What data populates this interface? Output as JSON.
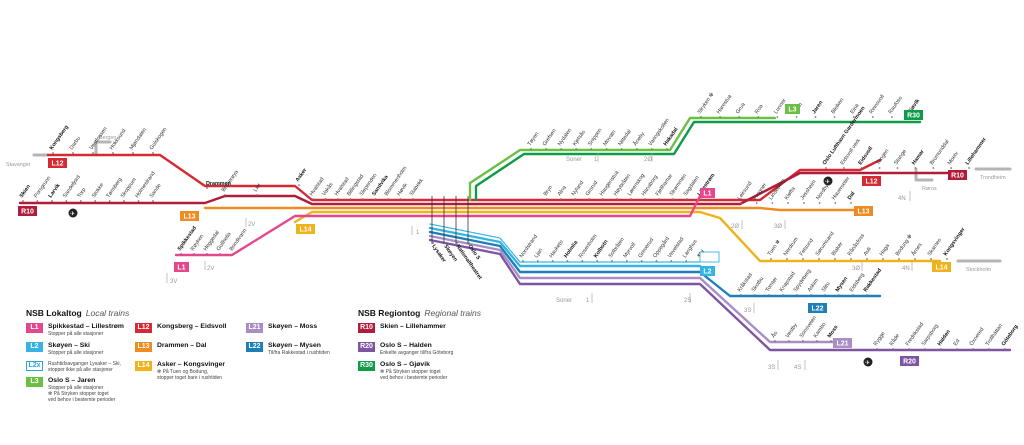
{
  "colors": {
    "L1": "#e6468c",
    "L2": "#35b4e4",
    "L2x": "#35b4e4",
    "L3": "#6cbf45",
    "L12": "#d52a33",
    "L13": "#ee8b22",
    "L14": "#f0b21a",
    "L21": "#a98dc4",
    "L22": "#1c7fb8",
    "R10": "#b01c3a",
    "R20": "#7e55a2",
    "R30": "#0f9c49",
    "grey": "#b5b5b5",
    "grey_dark": "#8a8a8a"
  },
  "map": {
    "badges": [
      {
        "id": "l12",
        "text": "L12",
        "line": "L12"
      },
      {
        "id": "r10-w",
        "text": "R10",
        "line": "R10"
      },
      {
        "id": "l13",
        "text": "L13",
        "line": "L13"
      },
      {
        "id": "l14",
        "text": "L14",
        "line": "L14"
      },
      {
        "id": "l1-w",
        "text": "L1",
        "line": "L1"
      },
      {
        "id": "l1-e",
        "text": "L1",
        "line": "L1"
      },
      {
        "id": "l3",
        "text": "L3",
        "line": "L3"
      },
      {
        "id": "r30",
        "text": "R30",
        "line": "R30"
      },
      {
        "id": "l12-e",
        "text": "L12",
        "line": "L12"
      },
      {
        "id": "r10-e",
        "text": "R10",
        "line": "R10"
      },
      {
        "id": "l13-e",
        "text": "L13",
        "line": "L13"
      },
      {
        "id": "l2x",
        "text": "L2x",
        "line": "L2x"
      },
      {
        "id": "l2",
        "text": "L2",
        "line": "L2"
      },
      {
        "id": "l14-e",
        "text": "L14",
        "line": "L14"
      },
      {
        "id": "l22",
        "text": "L22",
        "line": "L22"
      },
      {
        "id": "l21",
        "text": "L21",
        "line": "L21"
      },
      {
        "id": "r20",
        "text": "R20",
        "line": "R20"
      }
    ],
    "terminals": {
      "stavanger": "Stavanger",
      "bergen": "Bergen",
      "trondheim": "Trondheim",
      "roros": "Røros",
      "stockholm": "Stockholm"
    },
    "zones": [
      "Soner",
      "1",
      "2Ø",
      "1",
      "2V",
      "2V",
      "3V",
      "2Ø",
      "3Ø",
      "4N",
      "3Ø",
      "4N",
      "Soner",
      "1",
      "2S",
      "3S",
      "3S",
      "4S"
    ],
    "stations": {
      "l12_branch": [
        "Kongsberg",
        "Darbu",
        "Vestfossen",
        "Hokksund",
        "Mjøndalen",
        "Gulskogen"
      ],
      "west_main": [
        "Skien",
        "Porsgrunn",
        "Larvik",
        "Sandefjord",
        "Torp",
        "Stokke",
        "Tønsberg",
        "Skoppum",
        "Holmestrand",
        "Sande"
      ],
      "drammen": "Drammen",
      "drammen_asker": [
        "Brakerøya",
        "Lier"
      ],
      "l1_west": [
        "Spikkestad",
        "Røyken",
        "Heggedal",
        "Gullhella",
        "Bondivann"
      ],
      "asker": "Asker",
      "asker_oslo": [
        "Hvalstad",
        "Vakås",
        "Hvalstad",
        "Billingstad",
        "Slependen",
        "Sandvika",
        "Blommenholm",
        "Høvik",
        "Stabekk"
      ],
      "oslo_core": [
        "Lysaker",
        "Skøyen",
        "Nationaltheatret",
        "Oslo S"
      ],
      "gjovik": [
        "Tøyen",
        "Grefsen",
        "Nydalen",
        "Kjelsås",
        "Snippen",
        "Movatn",
        "Nittedal",
        "Åneby",
        "Varingskollen",
        "Hakadal"
      ],
      "gjovik_north": [
        "Stryken ✻",
        "Harestua",
        "Grua",
        "Roa",
        "Lunner",
        "Gran",
        "Jaren",
        "Bleiken",
        "Eina",
        "Reinsvoll",
        "Raufoss",
        "Gjøvik"
      ],
      "lillestrom": [
        "Bryn",
        "Alna",
        "Nyland",
        "Grorud",
        "Haugenstua",
        "Høybråten",
        "Lørenskog",
        "Hanaborg",
        "Fjellhamar",
        "Strømmen",
        "Sagdalen",
        "Lillestrøm"
      ],
      "eidsvoll": [
        "Leirsund",
        "Frogner",
        "Lindeberg",
        "Kløfta",
        "Jessheim",
        "Nordby",
        "Hauerseter",
        "Dal"
      ],
      "gardermoen": [
        "Oslo Lufthavn Gardermoen",
        "Eidsvoll verk",
        "Eidsvoll",
        "Tangen",
        "Stange",
        "Hamar",
        "Brumunddal",
        "Moelv",
        "Lillehammer"
      ],
      "kongsvinger": [
        "Tuen ✻",
        "Nerdrum",
        "Fetsund",
        "Sørumsand",
        "Blaker",
        "Rånåsfoss",
        "Auli",
        "Haga",
        "Bodung ✻",
        "Årnes",
        "Skarnes",
        "Kongsvinger"
      ],
      "ski": [
        "Nordstrand",
        "Ljan",
        "Hauketo",
        "Holmlia",
        "Rosenholm",
        "Kolbotn",
        "Solbråten",
        "Myrvoll",
        "Greverud",
        "Oppegård",
        "Vevelstad",
        "Langhus",
        "Ski"
      ],
      "mysen": [
        "Kråkstad",
        "Skotbu",
        "Tomter",
        "Knapstad",
        "Spydeberg",
        "Askim",
        "Slitu",
        "Mysen",
        "Eidsberg",
        "Rakkestad"
      ],
      "moss": [
        "Ås",
        "Vestby",
        "Sonsveien",
        "Kambo",
        "Moss"
      ],
      "halden": [
        "Rygge",
        "Råde",
        "Fredrikstad",
        "Sarpsborg",
        "Halden",
        "Ed",
        "Öxnered",
        "Trollhättan",
        "Göteborg"
      ]
    }
  },
  "legend": {
    "local": {
      "title": "NSB Lokaltog",
      "subtitle": "Local trains"
    },
    "regional": {
      "title": "NSB Regiontog",
      "subtitle": "Regional trains"
    },
    "items": [
      {
        "id": "L1",
        "badge": "L1",
        "name": "Spikkestad – Lillestrøm",
        "desc": [
          "Stopper på alle stasjoner"
        ]
      },
      {
        "id": "L2",
        "badge": "L2",
        "name": "Skøyen – Ski",
        "desc": [
          "Stopper på alle stasjoner"
        ]
      },
      {
        "id": "L2x",
        "badge": "L2x",
        "name": "",
        "desc": [
          "Rushtidsavganger Lysaker – Ski,",
          "stopper ikke på alle stasjoner"
        ]
      },
      {
        "id": "L3",
        "badge": "L3",
        "name": "Oslo S – Jaren",
        "desc": [
          "Stopper på alle stasjoner",
          "✻ På Stryken stopper toget",
          "ved behov i bestemte perioder"
        ]
      },
      {
        "id": "L12",
        "badge": "L12",
        "name": "Kongsberg – Eidsvoll",
        "desc": []
      },
      {
        "id": "L13",
        "badge": "L13",
        "name": "Drammen – Dal",
        "desc": []
      },
      {
        "id": "L14",
        "badge": "L14",
        "name": "Asker – Kongsvinger",
        "desc": [
          "✻ På Tuen og Bodung,",
          "stopper toget bare i rushtiden"
        ]
      },
      {
        "id": "L21",
        "badge": "L21",
        "name": "Skøyen – Moss",
        "desc": []
      },
      {
        "id": "L22",
        "badge": "L22",
        "name": "Skøyen – Mysen",
        "desc": [
          "Til/fra Rakkestad i rushtiden"
        ]
      },
      {
        "id": "R10",
        "badge": "R10",
        "name": "Skien – Lillehammer",
        "desc": []
      },
      {
        "id": "R20",
        "badge": "R20",
        "name": "Oslo S – Halden",
        "desc": [
          "Enkelte avganger til/fra Göteborg"
        ]
      },
      {
        "id": "R30",
        "badge": "R30",
        "name": "Oslo S – Gjøvik",
        "desc": [
          "✻ På Stryken stopper toget",
          "ved behov i bestemte perioder"
        ]
      }
    ]
  }
}
